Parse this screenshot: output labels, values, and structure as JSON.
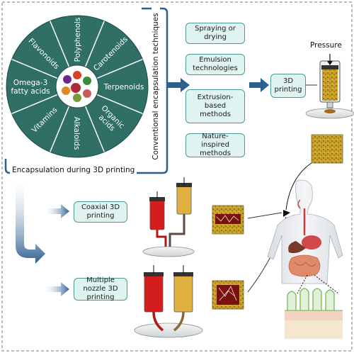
{
  "wheel": {
    "segments": [
      "Polyphenols",
      "Carotenoids",
      "Terpenoids",
      "Organic acids",
      "Alkaloids",
      "Vitamins",
      "Omega-3 fatty acids",
      "Flavonoids"
    ],
    "side_label": "Conventional encapsulation techniques",
    "bottom_label": "Encapsulation during 3D printing",
    "color": "#2f6f66"
  },
  "techniques": {
    "spraying": "Spraying or drying",
    "emulsion": "Emulsion technologies",
    "extrusion": "Extrusion-based methods",
    "nature": "Nature-inspired methods"
  },
  "printing_box": "3D printing",
  "pressure_label": "Pressure",
  "coaxial_box": "Coaxial 3D printing",
  "multi_box": "Multiple nozzle 3D printing",
  "colors": {
    "box_fill": "#dff3f1",
    "box_border": "#4a9c96",
    "arrow": "#2d5f8f",
    "red_ink": "#cc1f1f",
    "yellow_ink": "#d8a733"
  }
}
